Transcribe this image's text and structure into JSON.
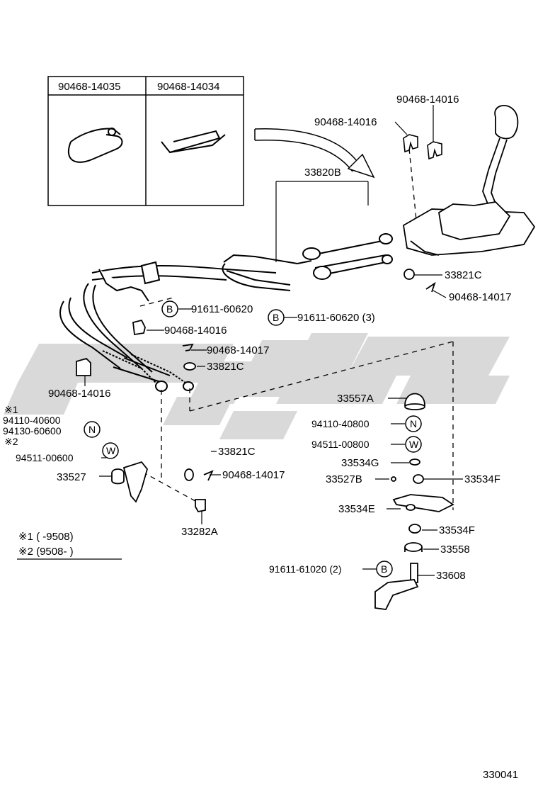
{
  "colors": {
    "line": "#000000",
    "watermark": "#d9d9d9",
    "background": "#ffffff"
  },
  "inset_box": {
    "left_part": "90468-14035",
    "right_part": "90468-14034"
  },
  "labels": {
    "p_top_right": "90468-14016",
    "p_top_mid": "90468-14016",
    "p_33820b": "33820B",
    "p_33821c_top": "33821C",
    "p_90468_14017_top": "90468-14017",
    "p_91611_left": "91611-60620",
    "p_91611_mid": "91611-60620 (3)",
    "p_90468_14016_left": "90468-14016",
    "p_90468_14017_left": "90468-14017",
    "p_33821c_left": "33821C",
    "p_90468_14016_bl": "90468-14016",
    "note1_mark": "※1",
    "p_94110_40600": "94110-40600",
    "p_94130_60600": "94130-60600",
    "note2_mark": "※2",
    "p_94511_00600": "94511-00600",
    "p_33527": "33527",
    "p_33821c_low": "33821C",
    "p_90468_14017_low": "90468-14017",
    "p_33282a": "33282A",
    "p_33557a": "33557A",
    "p_94110_40800": "94110-40800",
    "p_94511_00800": "94511-00800",
    "p_33534g": "33534G",
    "p_33527b": "33527B",
    "p_33534f_top": "33534F",
    "p_33534e": "33534E",
    "p_33534f_bot": "33534F",
    "p_33558": "33558",
    "p_91611_61020": "91611-61020 (2)",
    "p_33608": "33608",
    "legend1": "※1 (        -9508)",
    "legend2": "※2 (9508-        )",
    "diagram_id": "330041"
  },
  "symbols": {
    "B": "B",
    "N": "N",
    "W": "W"
  }
}
